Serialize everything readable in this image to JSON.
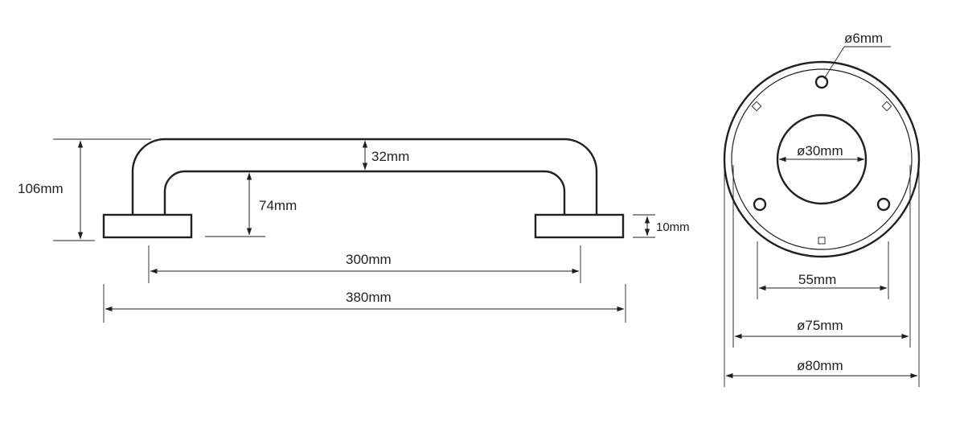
{
  "side_view": {
    "dims": {
      "overall_height": "106mm",
      "tube_diameter": "32mm",
      "clearance": "74mm",
      "base_thickness": "10mm",
      "centers": "300mm",
      "overall_length": "380mm"
    }
  },
  "end_view": {
    "dims": {
      "hole_diameter": "ø6mm",
      "tube_opening": "ø30mm",
      "hole_spacing": "55mm",
      "inner_diameter": "ø75mm",
      "outer_diameter": "ø80mm"
    }
  },
  "colors": {
    "ink": "#231f20",
    "background": "#ffffff"
  }
}
